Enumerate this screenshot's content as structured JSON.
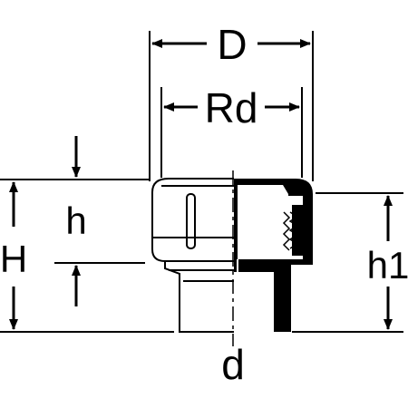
{
  "diagram": {
    "labels": {
      "D": "D",
      "Rd": "Rd",
      "h": "h",
      "H": "H",
      "h1": "h1",
      "d": "d"
    },
    "colors": {
      "line": "#000000",
      "background": "#ffffff",
      "section_fill": "#000000"
    }
  }
}
